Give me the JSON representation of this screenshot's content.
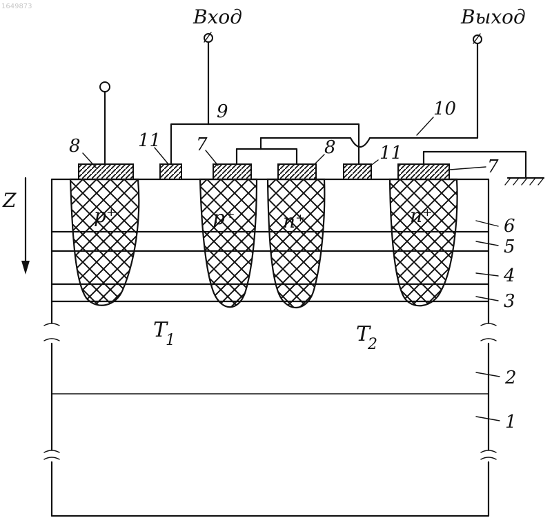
{
  "watermark": "1649873",
  "terminals": {
    "input": "Вход",
    "output": "Выход"
  },
  "axis": {
    "label": "Z"
  },
  "regions": {
    "p_plus": "p⁺",
    "n_plus": "n⁺"
  },
  "transistors": {
    "t1": "T",
    "t1_sub": "1",
    "t2": "T",
    "t2_sub": "2"
  },
  "numbers": {
    "n1": "1",
    "n2": "2",
    "n3": "3",
    "n4": "4",
    "n5": "5",
    "n6": "6",
    "n7a": "7",
    "n7b": "7",
    "n8a": "8",
    "n8b": "8",
    "n9": "9",
    "n10": "10",
    "n11a": "11",
    "n11b": "11"
  }
}
